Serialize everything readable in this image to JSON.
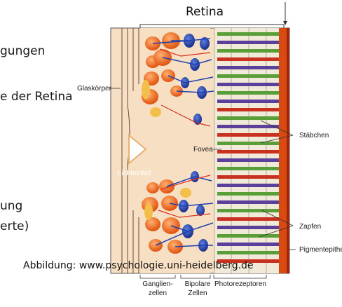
{
  "diagram": {
    "title": "Retina",
    "labels": {
      "glaskoerper": "Glaskörper",
      "lichteinfall": "Lichteinfall",
      "fovea": "Fovea",
      "staebchen": "Stäbchen",
      "zapfen": "Zapfen",
      "pigment": "Pigmentepithe",
      "ganglien_1": "Ganglien-",
      "ganglien_2": "zellen",
      "bipolare_1": "Bipolare",
      "bipolare_2": "Zellen",
      "photo": "Photorezeptoren"
    },
    "colors": {
      "vitreous": "#f6dfc2",
      "ganglion": "#e8661c",
      "bipolar": "#1b3aa8",
      "receptor_green": "#5a9e3a",
      "receptor_purple": "#5b3f9a",
      "pigment": "#d94a10",
      "pigment_edge": "#a4260a"
    }
  },
  "background_text": {
    "line1": "gungen",
    "line2": "e der Retina",
    "line3": "ung",
    "line4": "erte)"
  },
  "credit": "Abbildung: www.psychologie.uni-heidelberg.de"
}
